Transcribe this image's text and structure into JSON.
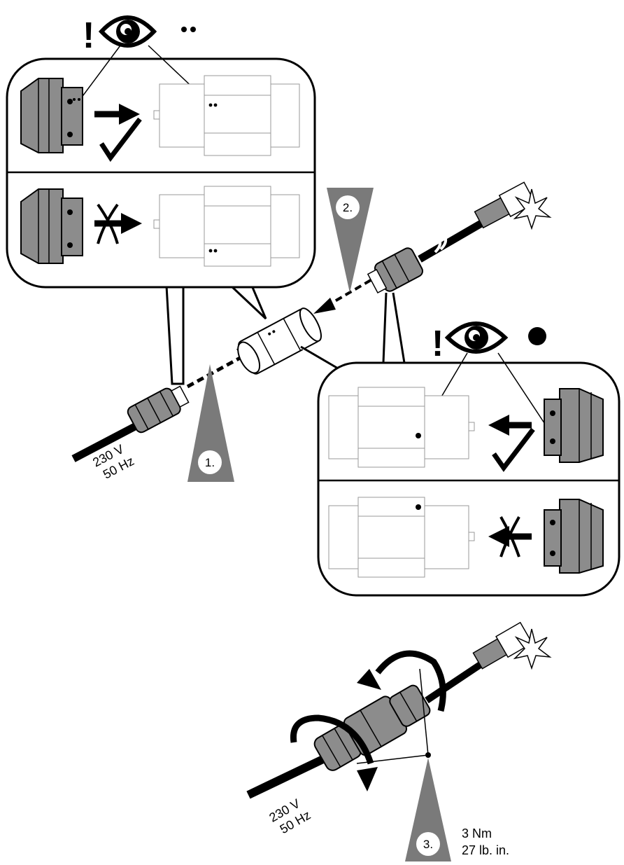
{
  "steps": {
    "step1": "1.",
    "step2": "2.",
    "step3": "3."
  },
  "supply_upper": {
    "voltage": "230 V",
    "frequency": "50 Hz"
  },
  "supply_lower": {
    "voltage": "230 V",
    "frequency": "50 Hz"
  },
  "torque": {
    "metric": "3 Nm",
    "imperial": "27 lb. in."
  },
  "marks": {
    "attention": "!",
    "correct": "✓",
    "incorrect": "✗"
  },
  "colors": {
    "line": "#000000",
    "step_triangle": "#7a7a7a",
    "connector_body": "#8c8c8c",
    "cable": "#000000",
    "panel_bg": "#ffffff"
  },
  "icons": [
    "eye-icon",
    "checkmark-icon",
    "cross-icon",
    "arrow-icon",
    "rotation-arrow-icon"
  ]
}
